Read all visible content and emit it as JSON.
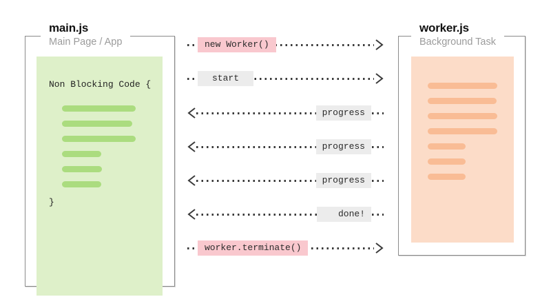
{
  "diagram": {
    "main_panel": {
      "title": "main.js",
      "subtitle": "Main Page / App",
      "code_open": "Non Blocking Code {",
      "code_close": "}",
      "code_line_widths": [
        107,
        102,
        107,
        57,
        58,
        57
      ]
    },
    "worker_panel": {
      "title": "worker.js",
      "subtitle": "Background Task",
      "task_line_widths": [
        101,
        100,
        101,
        101,
        55,
        55,
        55
      ]
    },
    "messages": [
      {
        "label": "new Worker()",
        "direction": "right",
        "highlight": "pink"
      },
      {
        "label": "start",
        "direction": "right",
        "highlight": "gray"
      },
      {
        "label": "progress",
        "direction": "left",
        "highlight": "gray"
      },
      {
        "label": "progress",
        "direction": "left",
        "highlight": "gray"
      },
      {
        "label": "progress",
        "direction": "left",
        "highlight": "gray"
      },
      {
        "label": "done!",
        "direction": "left",
        "highlight": "gray"
      },
      {
        "label": "worker.terminate()",
        "direction": "right",
        "highlight": "pink"
      }
    ],
    "colors": {
      "main_code_bg": "#def0c9",
      "main_code_bar": "#abdc7f",
      "worker_task_bg": "#fcdcc8",
      "worker_task_bar": "#f9bc95",
      "pink_label_bg": "#f9c8ce",
      "gray_label_bg": "#ececec",
      "panel_border": "#8a8a8a",
      "arrow_color": "#3a3a3a"
    }
  }
}
